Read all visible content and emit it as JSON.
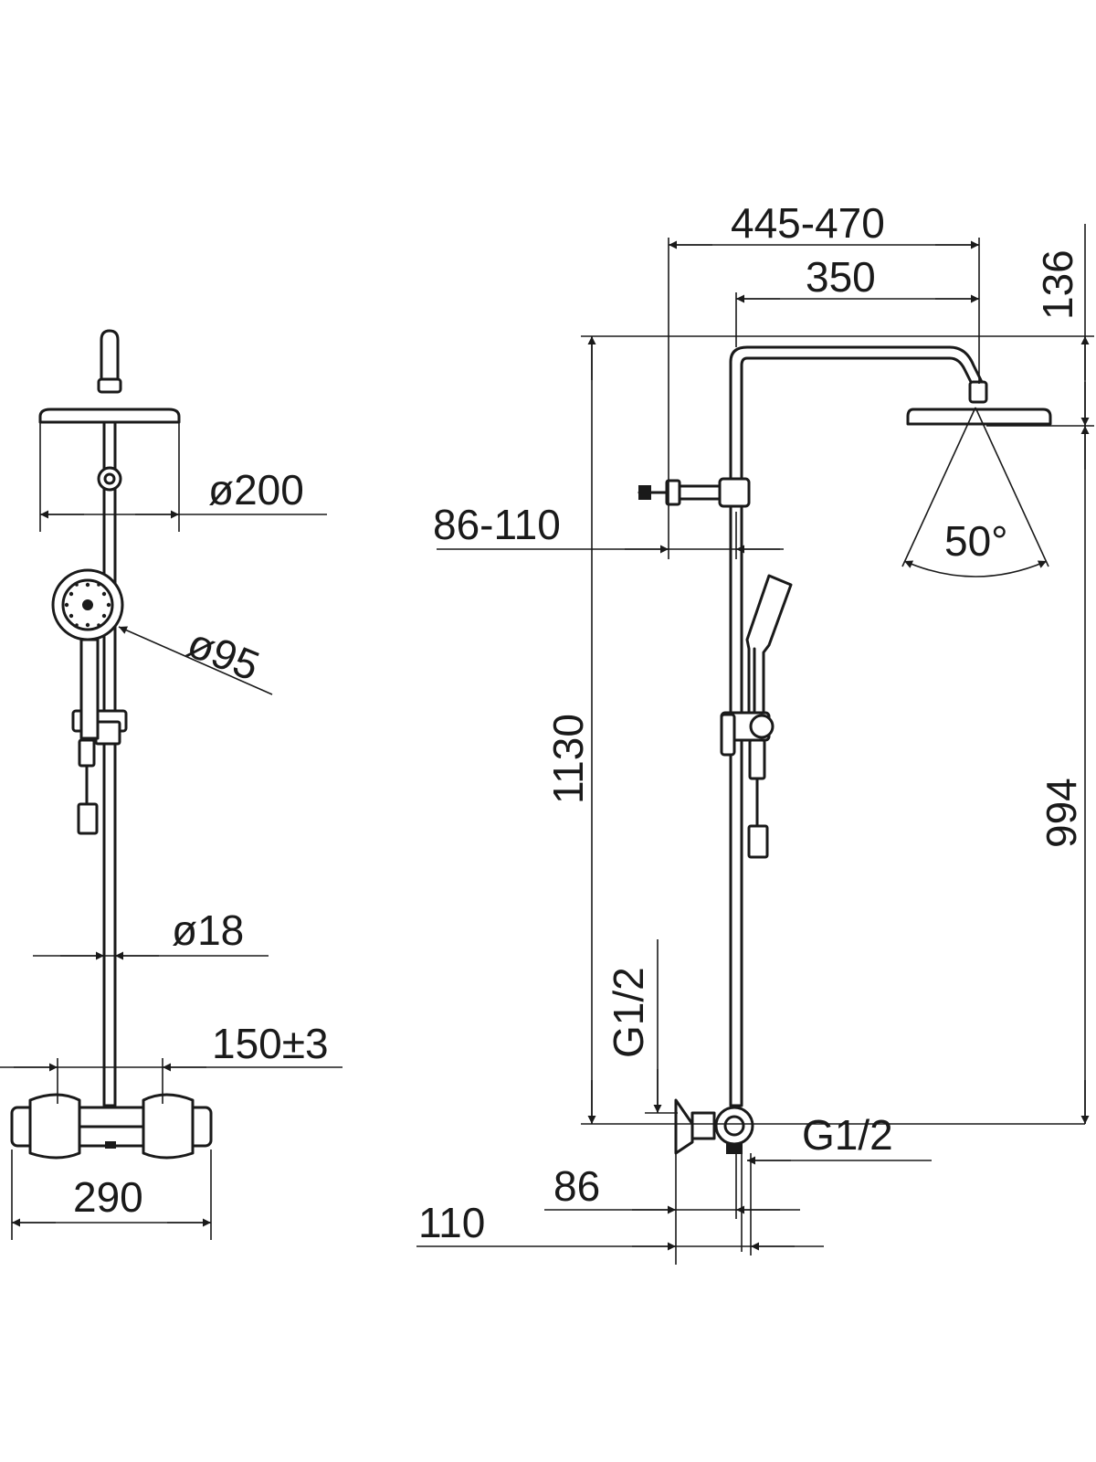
{
  "dimensions": {
    "head_diameter": "ø200",
    "hand_shower_diameter": "ø95",
    "rail_diameter": "ø18",
    "inlet_centres": "150±3",
    "mixer_width": "290",
    "arm_reach": "445-470",
    "arm_projection": "350",
    "head_drop": "136",
    "bracket_offset": "86-110",
    "total_height": "1130",
    "head_height": "994",
    "spray_angle": "50°",
    "inlet_thread_vertical": "G1/2",
    "inlet_thread_horizontal": "G1/2",
    "wall_offset_min": "86",
    "wall_offset_max": "110"
  },
  "colors": {
    "line": "#1a1a1a",
    "background": "#ffffff"
  }
}
